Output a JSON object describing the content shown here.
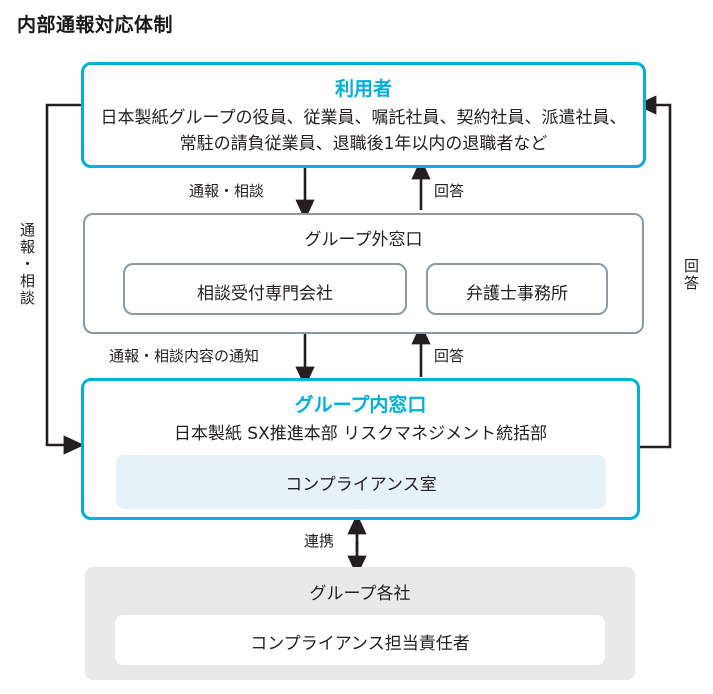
{
  "title": "内部通報対応体制",
  "colors": {
    "accent_cyan": "#00b0da",
    "border_gray": "#8c9aa6",
    "fill_gray": "#e9e9e9",
    "fill_lightblue": "#e7f2f8",
    "text_dark": "#231f20"
  },
  "nodes": {
    "users": {
      "heading": "利用者",
      "line1": "日本製紙グループの役員、従業員、嘱託社員、契約社員、派遣社員、",
      "line2": "常駐の請負従業員、退職後1年以内の退職者など"
    },
    "external_desk": {
      "heading": "グループ外窓口",
      "children": [
        {
          "label": "相談受付専門会社"
        },
        {
          "label": "弁護士事務所"
        }
      ]
    },
    "internal_desk": {
      "heading": "グループ内窓口",
      "subheading": "日本製紙 SX推進本部 リスクマネジメント統括部",
      "child": "コンプライアンス室"
    },
    "group_companies": {
      "heading": "グループ各社",
      "child": "コンプライアンス担当責任者"
    }
  },
  "connectors": {
    "users_to_external": "通報・相談",
    "external_to_users": "回答",
    "external_to_internal": "通報・相談内容の通知",
    "internal_to_external": "回答",
    "internal_link": "連携",
    "left_bypass": "通報・相談",
    "right_bypass": "回答"
  }
}
